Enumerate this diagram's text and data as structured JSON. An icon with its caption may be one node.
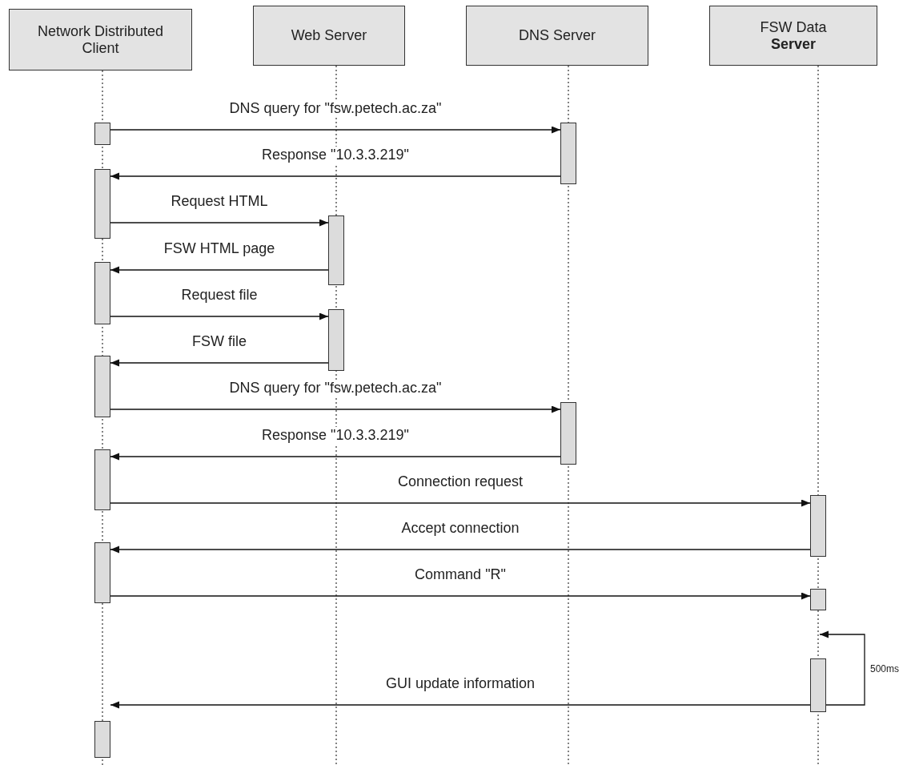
{
  "diagram": {
    "nodes": [
      {
        "text": [
          "Network Distributed Client"
        ]
      },
      {
        "text": [
          "Web Server"
        ]
      },
      {
        "text": [
          "DNS Server"
        ]
      },
      {
        "text": [
          "FSW Data **Server**"
        ]
      },
      {
        "text": [],
        "shape": "bar"
      },
      {
        "text": [],
        "shape": "bar"
      },
      {
        "text": [],
        "shape": "bar"
      },
      {
        "text": [],
        "shape": "bar"
      },
      {
        "text": [],
        "shape": "bar"
      },
      {
        "text": [],
        "shape": "bar"
      },
      {
        "text": [],
        "shape": "bar"
      },
      {
        "text": [],
        "shape": "bar"
      },
      {
        "text": [],
        "shape": "bar"
      },
      {
        "text": [],
        "shape": "bar"
      },
      {
        "text": [],
        "shape": "bar"
      },
      {
        "text": [],
        "shape": "bar"
      },
      {
        "text": [],
        "shape": "bar"
      },
      {
        "text": [],
        "shape": "bar"
      }
    ],
    "edges": [
      {
        "from": 4,
        "to": 5,
        "arrow": "to",
        "label": "DNS query for \"fsw.petech.ac.za\""
      },
      {
        "from": 5,
        "to": 6,
        "arrow": "to",
        "label": "Response \"10.3.3.219\""
      },
      {
        "from": 6,
        "to": 7,
        "arrow": "to",
        "label": "Request HTML"
      },
      {
        "from": 7,
        "to": 8,
        "arrow": "to",
        "label": "FSW HTML page"
      },
      {
        "from": 8,
        "to": 9,
        "arrow": "to",
        "label": "Request file"
      },
      {
        "from": 9,
        "to": 10,
        "arrow": "to",
        "label": "FSW file"
      },
      {
        "from": 10,
        "to": 11,
        "arrow": "to",
        "label": "DNS query for \"fsw.petech.ac.za\""
      },
      {
        "from": 11,
        "to": 12,
        "arrow": "to",
        "label": "Response \"10.3.3.219\""
      },
      {
        "from": 12,
        "to": 13,
        "arrow": "to",
        "label": "Connection request"
      },
      {
        "from": 13,
        "to": 14,
        "arrow": "to",
        "label": "Accept connection"
      },
      {
        "from": 14,
        "to": 15,
        "arrow": "to",
        "label": "Command \"R\""
      },
      {
        "from": 16,
        "to": 17,
        "arrow": "to",
        "label": "GUI update information"
      },
      {
        "from": 16,
        "to": null,
        "arrow": "to",
        "label": "500ms"
      }
    ]
  }
}
